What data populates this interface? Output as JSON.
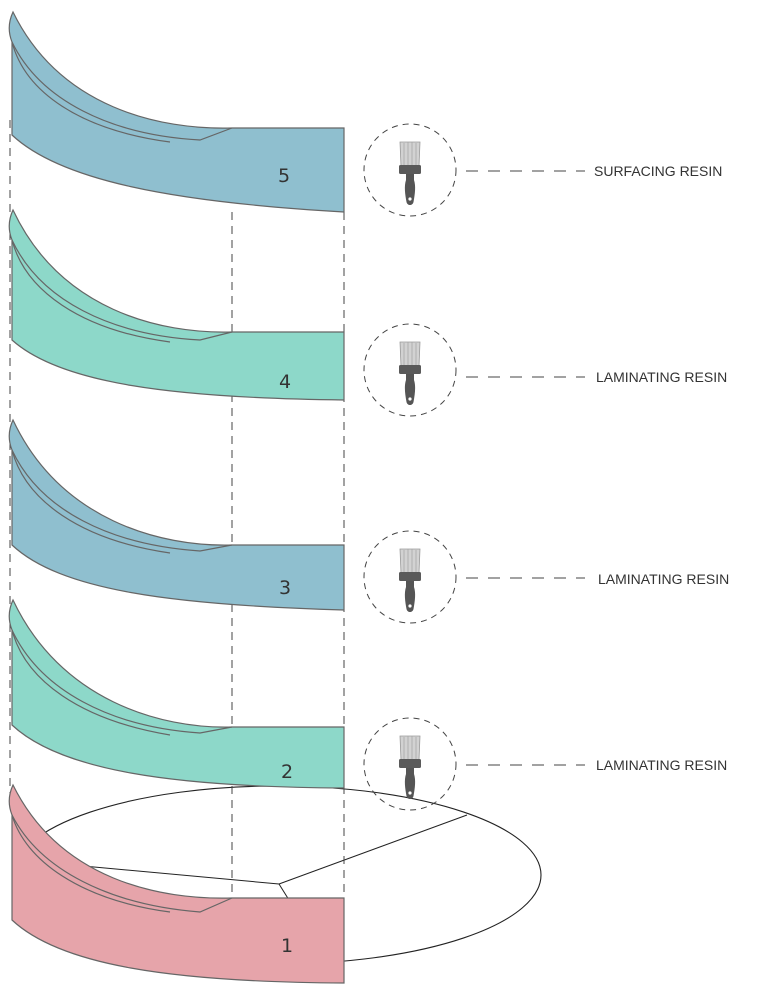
{
  "colors": {
    "blue": "#8fbfcf",
    "teal": "#8dd8c9",
    "pink": "#e6a4aa",
    "stroke": "#666666",
    "dash": "#444444"
  },
  "layers": [
    {
      "number": "1",
      "color": "pink"
    },
    {
      "number": "2",
      "color": "teal"
    },
    {
      "number": "3",
      "color": "blue"
    },
    {
      "number": "4",
      "color": "teal"
    },
    {
      "number": "5",
      "color": "blue"
    }
  ],
  "callouts": [
    {
      "layer": "5",
      "label": "SURFACING RESIN",
      "icon": "paintbrush-icon"
    },
    {
      "layer": "4",
      "label": "LAMINATING RESIN",
      "icon": "paintbrush-icon"
    },
    {
      "layer": "3",
      "label": "LAMINATING RESIN",
      "icon": "paintbrush-icon"
    },
    {
      "layer": "2",
      "label": "LAMINATING RESIN",
      "icon": "paintbrush-icon"
    }
  ]
}
